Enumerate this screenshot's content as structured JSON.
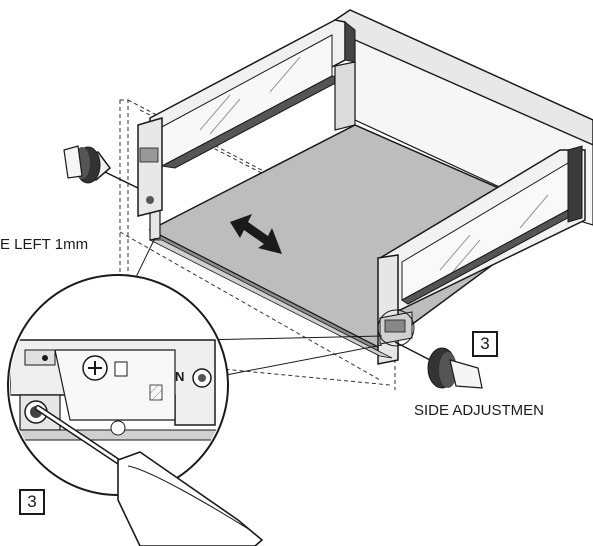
{
  "labels": {
    "left_fragment": "E LEFT 1mm",
    "side_adjustment": "SIDE ADJUSTMEN",
    "detail_n": "N",
    "step_right": "3",
    "step_detail": "3"
  },
  "colors": {
    "line": "#1a1a1a",
    "drawer_bottom": "#bdbdbd",
    "panel_light": "#ececec",
    "panel_mid": "#d6d6d6",
    "glass": "#f4f4f4"
  },
  "icons": [
    "screwdriver-icon",
    "double-arrow-icon",
    "screw-icon"
  ]
}
